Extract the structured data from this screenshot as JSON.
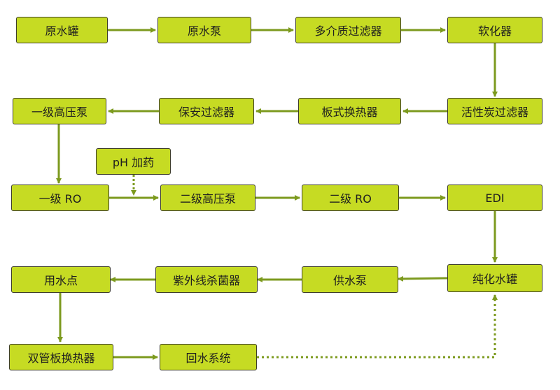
{
  "colors": {
    "node_fill": "#c6db23",
    "node_border": "#3d3d2a",
    "arrow": "#7c9a1e"
  },
  "nodes": {
    "raw_tank": "原水罐",
    "raw_pump": "原水泵",
    "multimedia_filter": "多介质过滤器",
    "softener": "软化器",
    "activated_carbon_filter": "活性炭过滤器",
    "plate_heat_exchanger": "板式换热器",
    "security_filter": "保安过滤器",
    "stage1_hp_pump": "一级高压泵",
    "ph_dosing": "pH 加药",
    "stage1_ro": "一级 RO",
    "stage2_hp_pump": "二级高压泵",
    "stage2_ro": "二级 RO",
    "edi": "EDI",
    "pure_water_tank": "纯化水罐",
    "supply_pump": "供水泵",
    "uv_sterilizer": "紫外线杀菌器",
    "point_of_use": "用水点",
    "double_tube_plate_heat_exchanger": "双管板换热器",
    "return_system": "回水系统"
  }
}
